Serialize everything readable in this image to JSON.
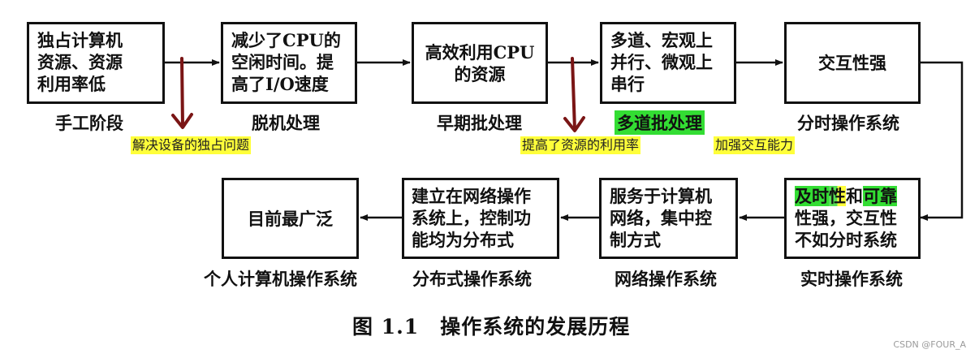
{
  "nodes": [
    {
      "id": "manual",
      "lines": [
        "独占计算机",
        "资源、资源",
        "利用率低"
      ],
      "stage": "手工阶段"
    },
    {
      "id": "offline",
      "lines": [
        "减少了CPU的",
        "空闲时间。提",
        "高了I/O速度"
      ],
      "stage": "脱机处理"
    },
    {
      "id": "early-batch",
      "lines": [
        "高效利用CPU",
        "的资源"
      ],
      "stage": "早期批处理"
    },
    {
      "id": "multi-batch",
      "lines": [
        "多道、宏观上",
        "并行、微观上",
        "串行"
      ],
      "stage": "多道批处理"
    },
    {
      "id": "timesharing",
      "lines": [
        "交互性强"
      ],
      "stage": "分时操作系统"
    },
    {
      "id": "realtime",
      "lines_parts": [
        [
          "及时",
          "性",
          "和",
          "可靠"
        ],
        [
          "性强，交互性"
        ],
        [
          "不如分时系统"
        ]
      ],
      "stage": "实时操作系统"
    },
    {
      "id": "network",
      "lines": [
        "服务于计算机",
        "网络，集中控",
        "制方式"
      ],
      "stage": "网络操作系统"
    },
    {
      "id": "distributed",
      "lines": [
        "建立在网络操作",
        "系统上，控制功",
        "能均为分布式"
      ],
      "stage": "分布式操作系统"
    },
    {
      "id": "personal",
      "lines": [
        "目前最广泛"
      ],
      "stage": "个人计算机操作系统"
    }
  ],
  "annotations": {
    "note1": "解决设备的独占问题",
    "note2": "提高了资源的利用率",
    "note3": "加强交互能力"
  },
  "caption": "图 1.1　操作系统的发展历程",
  "watermark": "CSDN @FOUR_A",
  "colors": {
    "highlight_yellow": "#ffff3a",
    "highlight_green": "#33dd33",
    "annotation_arrow": "#7a1515",
    "ink": "#111111"
  }
}
